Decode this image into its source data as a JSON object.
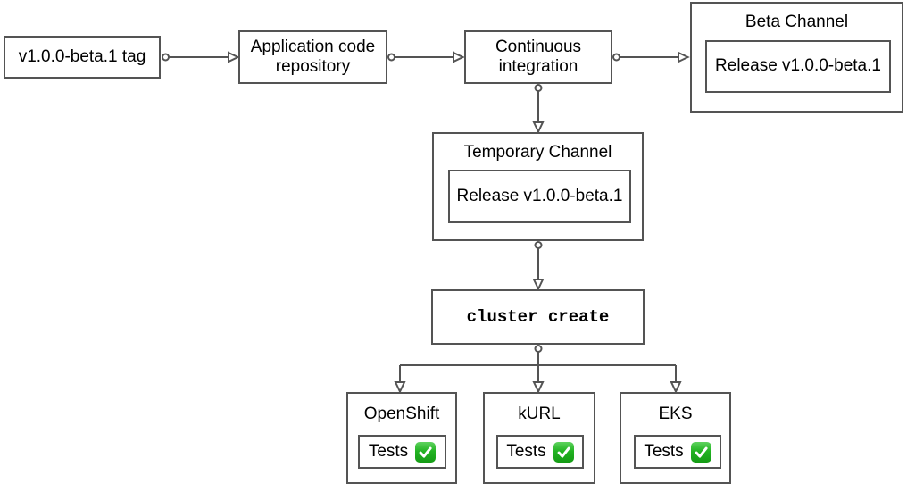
{
  "diagram": {
    "nodes": {
      "tag": {
        "label": "v1.0.0-beta.1 tag"
      },
      "repo": {
        "label": "Application code\nrepository"
      },
      "ci": {
        "label": "Continuous\nintegration"
      },
      "beta_channel": {
        "title": "Beta Channel",
        "release_label": "Release v1.0.0-beta.1"
      },
      "temp_channel": {
        "title": "Temporary Channel",
        "release_label": "Release v1.0.0-beta.1"
      },
      "cluster_create": {
        "label": "cluster create"
      },
      "test_clusters": [
        {
          "title": "OpenShift",
          "tests_label": "Tests",
          "status_icon": "white-check-mark"
        },
        {
          "title": "kURL",
          "tests_label": "Tests",
          "status_icon": "white-check-mark"
        },
        {
          "title": "EKS",
          "tests_label": "Tests",
          "status_icon": "white-check-mark"
        }
      ]
    },
    "flow": [
      "tag -> repo",
      "repo -> ci",
      "ci -> beta_channel",
      "ci -> temp_channel",
      "temp_channel -> cluster_create",
      "cluster_create -> openshift | kurl | eks"
    ]
  },
  "colors": {
    "node_border": "#545454",
    "connector": "#545454",
    "text": "#000000",
    "node_fill": "#ffffff",
    "check_green": "#22b322",
    "check_mark_white": "#ffffff"
  }
}
